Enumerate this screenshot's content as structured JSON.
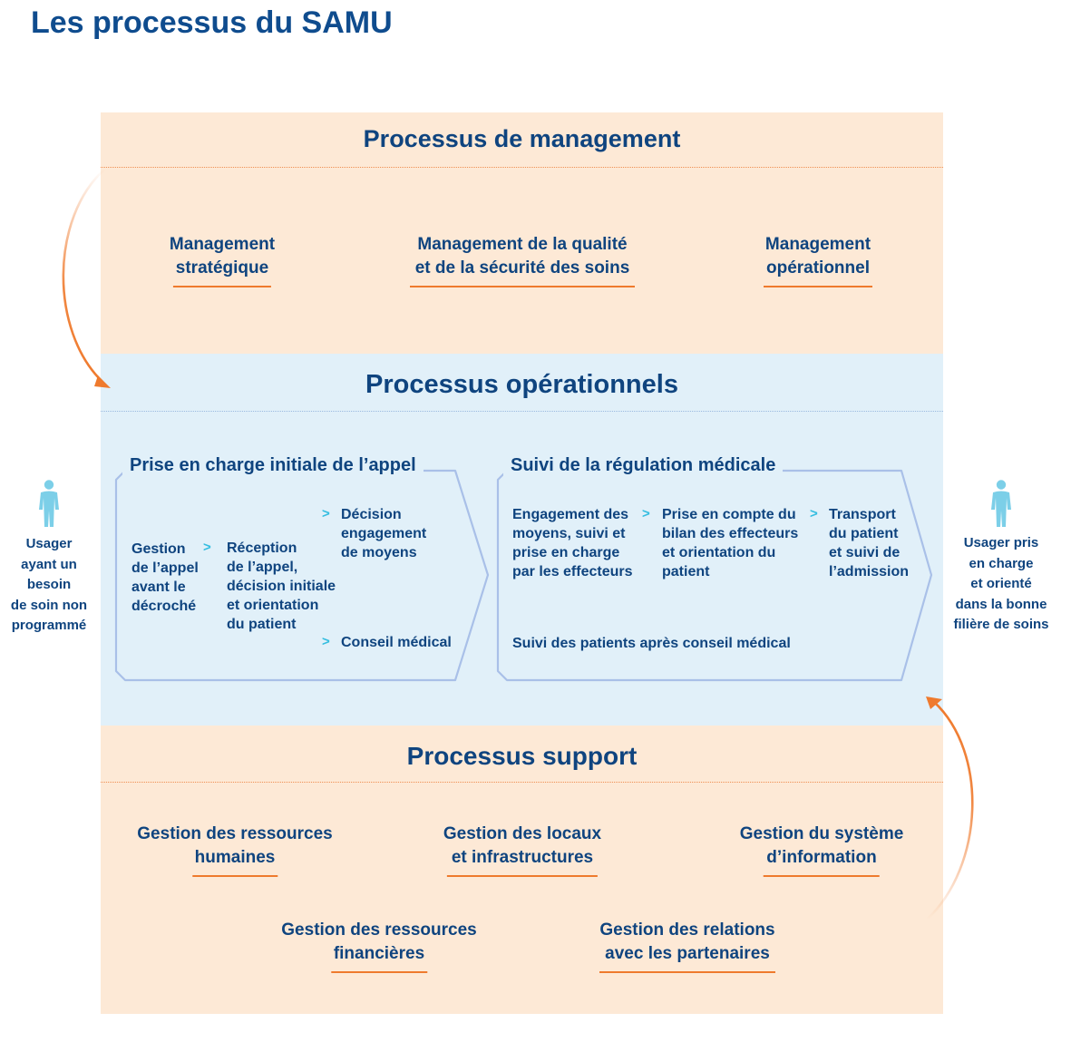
{
  "page_title": "Les processus du SAMU",
  "management": {
    "title": "Processus de management",
    "items": [
      {
        "lines": [
          "Management",
          "stratégique"
        ]
      },
      {
        "lines": [
          "Management de la qualité",
          "et de la sécurité des soins"
        ]
      },
      {
        "lines": [
          "Management",
          "opérationnel"
        ]
      }
    ]
  },
  "operational": {
    "title": "Processus opérationnels",
    "box1": {
      "title": "Prise en charge initiale de l’appel",
      "step1": [
        "Gestion",
        "de l’appel",
        "avant le",
        "décroché"
      ],
      "step2": [
        "Réception",
        "de l’appel,",
        "décision initiale",
        "et orientation",
        "du patient"
      ],
      "step3a": [
        "Décision",
        "engagement",
        "de moyens"
      ],
      "step3b": [
        "Conseil médical"
      ]
    },
    "box2": {
      "title": "Suivi de la régulation médicale",
      "step1": [
        "Engagement des",
        "moyens, suivi et",
        "prise en charge",
        "par les effecteurs"
      ],
      "step2": [
        "Prise en compte du",
        "bilan des effecteurs",
        "et orientation du",
        "patient"
      ],
      "step3": [
        "Transport",
        "du patient",
        "et suivi de",
        "l’admission"
      ],
      "followup": "Suivi des patients après conseil médical"
    },
    "chevron": ">"
  },
  "support": {
    "title": "Processus support",
    "items": [
      {
        "lines": [
          "Gestion des ressources",
          "humaines"
        ]
      },
      {
        "lines": [
          "Gestion des locaux",
          "et infrastructures"
        ]
      },
      {
        "lines": [
          "Gestion du système",
          "d’information"
        ]
      },
      {
        "lines": [
          "Gestion des ressources",
          "financières"
        ]
      },
      {
        "lines": [
          "Gestion des relations",
          "avec les partenaires"
        ]
      }
    ]
  },
  "user_in": [
    "Usager",
    "ayant un",
    "besoin",
    "de soin non",
    "programmé"
  ],
  "user_out": [
    "Usager pris",
    "en charge",
    "et orienté",
    "dans la bonne",
    "filière de soins"
  ],
  "colors": {
    "navy": "#0f447f",
    "orange_band": "#fde9d6",
    "blue_band": "#e1f0f9",
    "accent_orange": "#ef7a2d",
    "chevron_cyan": "#33bde0",
    "person_icon": "#7ccfe8",
    "box_outline": "#a9c0e8"
  },
  "icons": [
    "person-icon",
    "curved-arrow-icon",
    "chevron-icon"
  ]
}
